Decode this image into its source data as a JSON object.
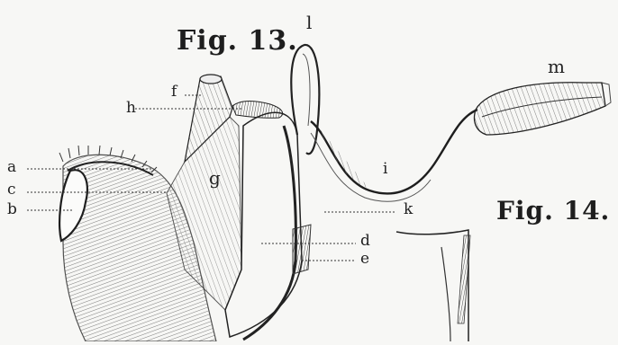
{
  "figures": {
    "fig13_title": "Fig. 13.",
    "fig14_title": "Fig. 14."
  },
  "labels": {
    "a": "a",
    "b": "b",
    "c": "c",
    "d": "d",
    "e": "e",
    "f": "f",
    "g": "g",
    "h": "h",
    "i": "i",
    "k": "k",
    "l": "l",
    "m": "m"
  },
  "colors": {
    "ink": "#2a2a2a",
    "paper": "#f7f7f5"
  }
}
